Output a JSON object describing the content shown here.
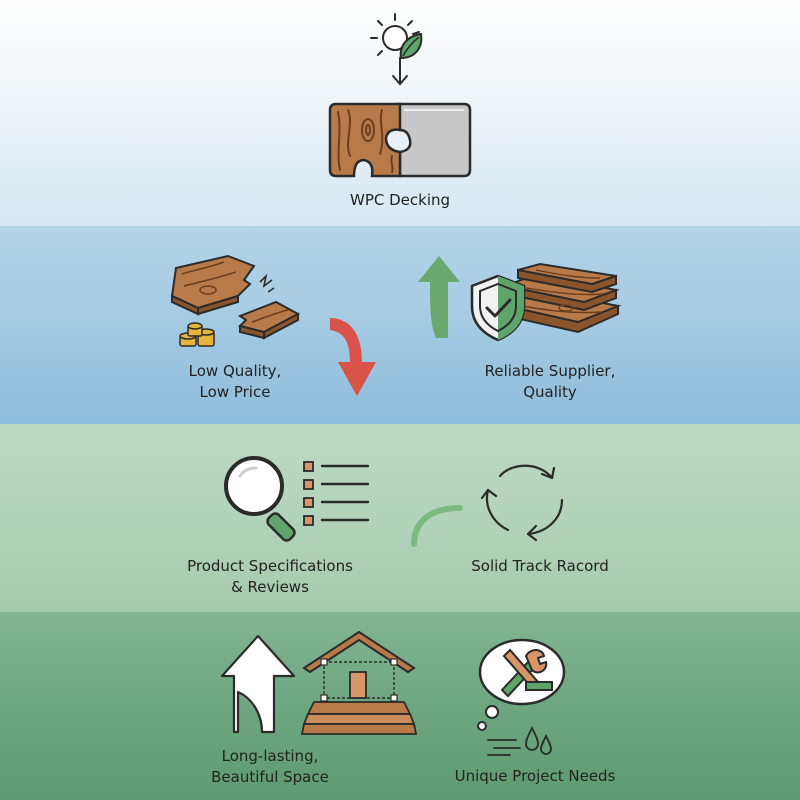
{
  "labels": {
    "wpc_decking": "WPC Decking",
    "low_quality": "Low Quality,\nLow Price",
    "reliable_supplier": "Reliable Supplier,\nQuality",
    "product_specs": "Product Specifications\n& Reviews",
    "track_record": "Solid Track Racord",
    "long_lasting": "Long-lasting,\nBeautiful Space",
    "unique_needs": "Unique Project Needs"
  },
  "colors": {
    "wood": "#b97a4a",
    "wood_dark": "#6b3e1e",
    "composite": "#c8c8c8",
    "down_arrow": "#d9534a",
    "up_arrow": "#69a86f",
    "curve": "#7dba7f",
    "shield": "#5fa46a",
    "outline": "#2b2b2b"
  }
}
